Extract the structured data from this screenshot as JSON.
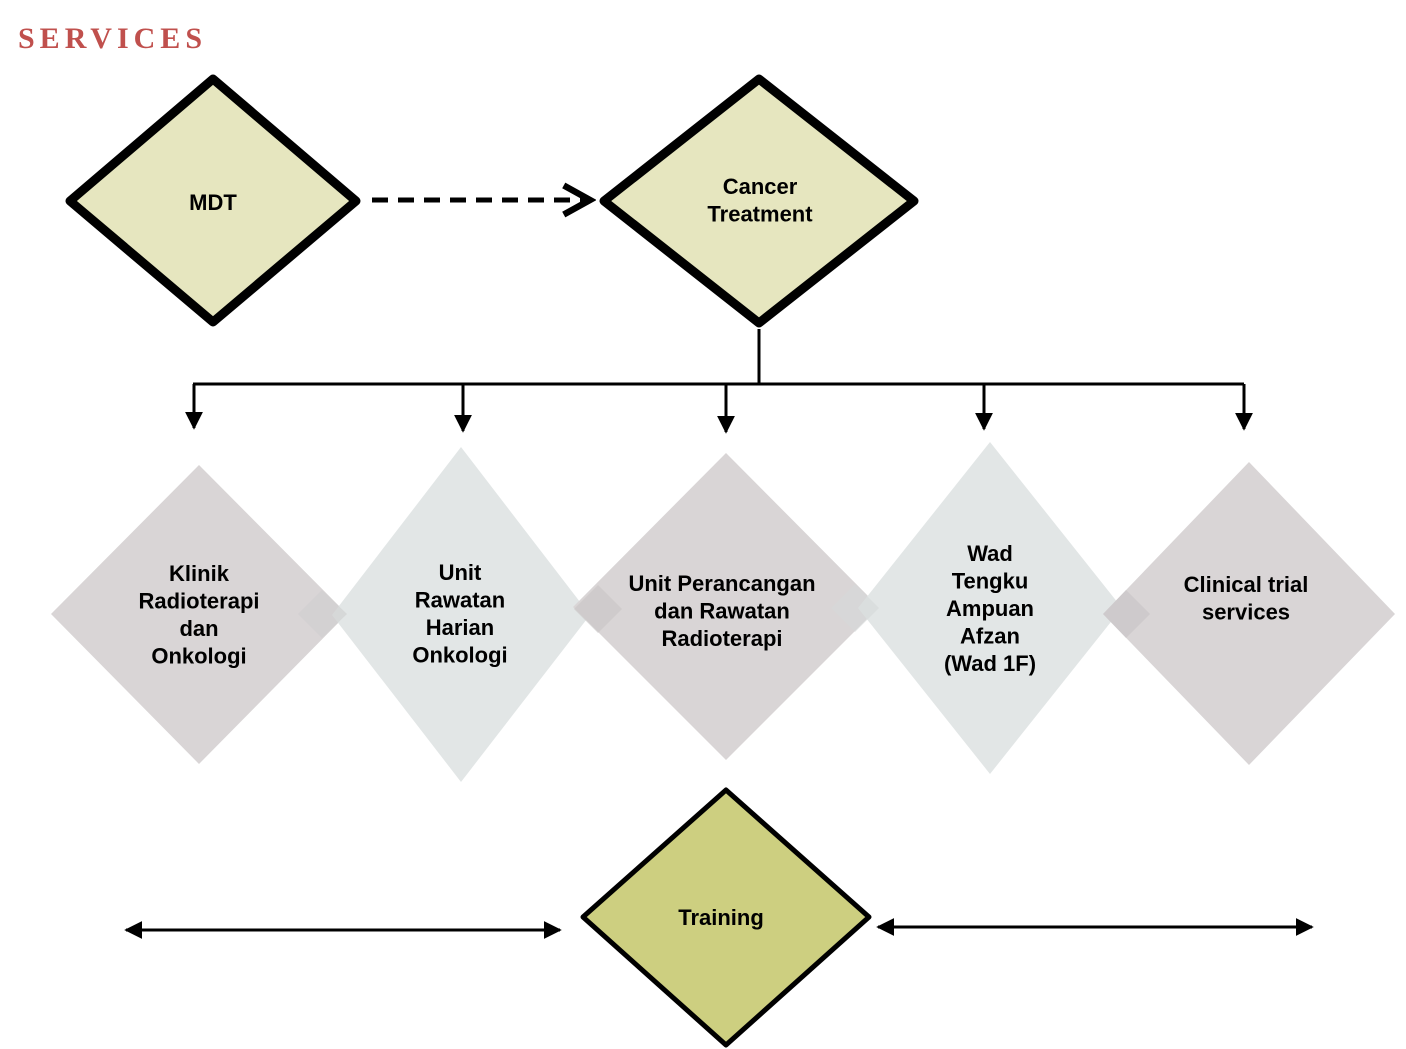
{
  "page": {
    "title": "SERVICES",
    "title_color": "#c0504d"
  },
  "colors": {
    "top_fill": "#e6e6bf",
    "top_stroke": "#000000",
    "service_fill_a": "#d9d5d6",
    "service_fill_b": "#e2e6e6",
    "training_fill": "#cdcf80",
    "line": "#000000"
  },
  "nodes": {
    "mdt": {
      "lines": [
        "MDT"
      ]
    },
    "cancer_treatment": {
      "lines": [
        "Cancer",
        "Treatment"
      ]
    },
    "services": [
      {
        "id": "klinik",
        "lines": [
          "Klinik",
          "Radioterapi",
          "dan",
          "Onkologi"
        ]
      },
      {
        "id": "unit-rawatan",
        "lines": [
          "Unit",
          "Rawatan",
          "Harian",
          "Onkologi"
        ]
      },
      {
        "id": "unit-perancangan",
        "lines": [
          "Unit Perancangan",
          "dan Rawatan",
          "Radioterapi"
        ]
      },
      {
        "id": "wad",
        "lines": [
          "Wad",
          "Tengku",
          "Ampuan",
          "Afzan",
          "(Wad 1F)"
        ]
      },
      {
        "id": "clinical-trial",
        "lines": [
          "Clinical trial",
          "services"
        ]
      }
    ],
    "training": {
      "lines": [
        "Training"
      ]
    }
  }
}
